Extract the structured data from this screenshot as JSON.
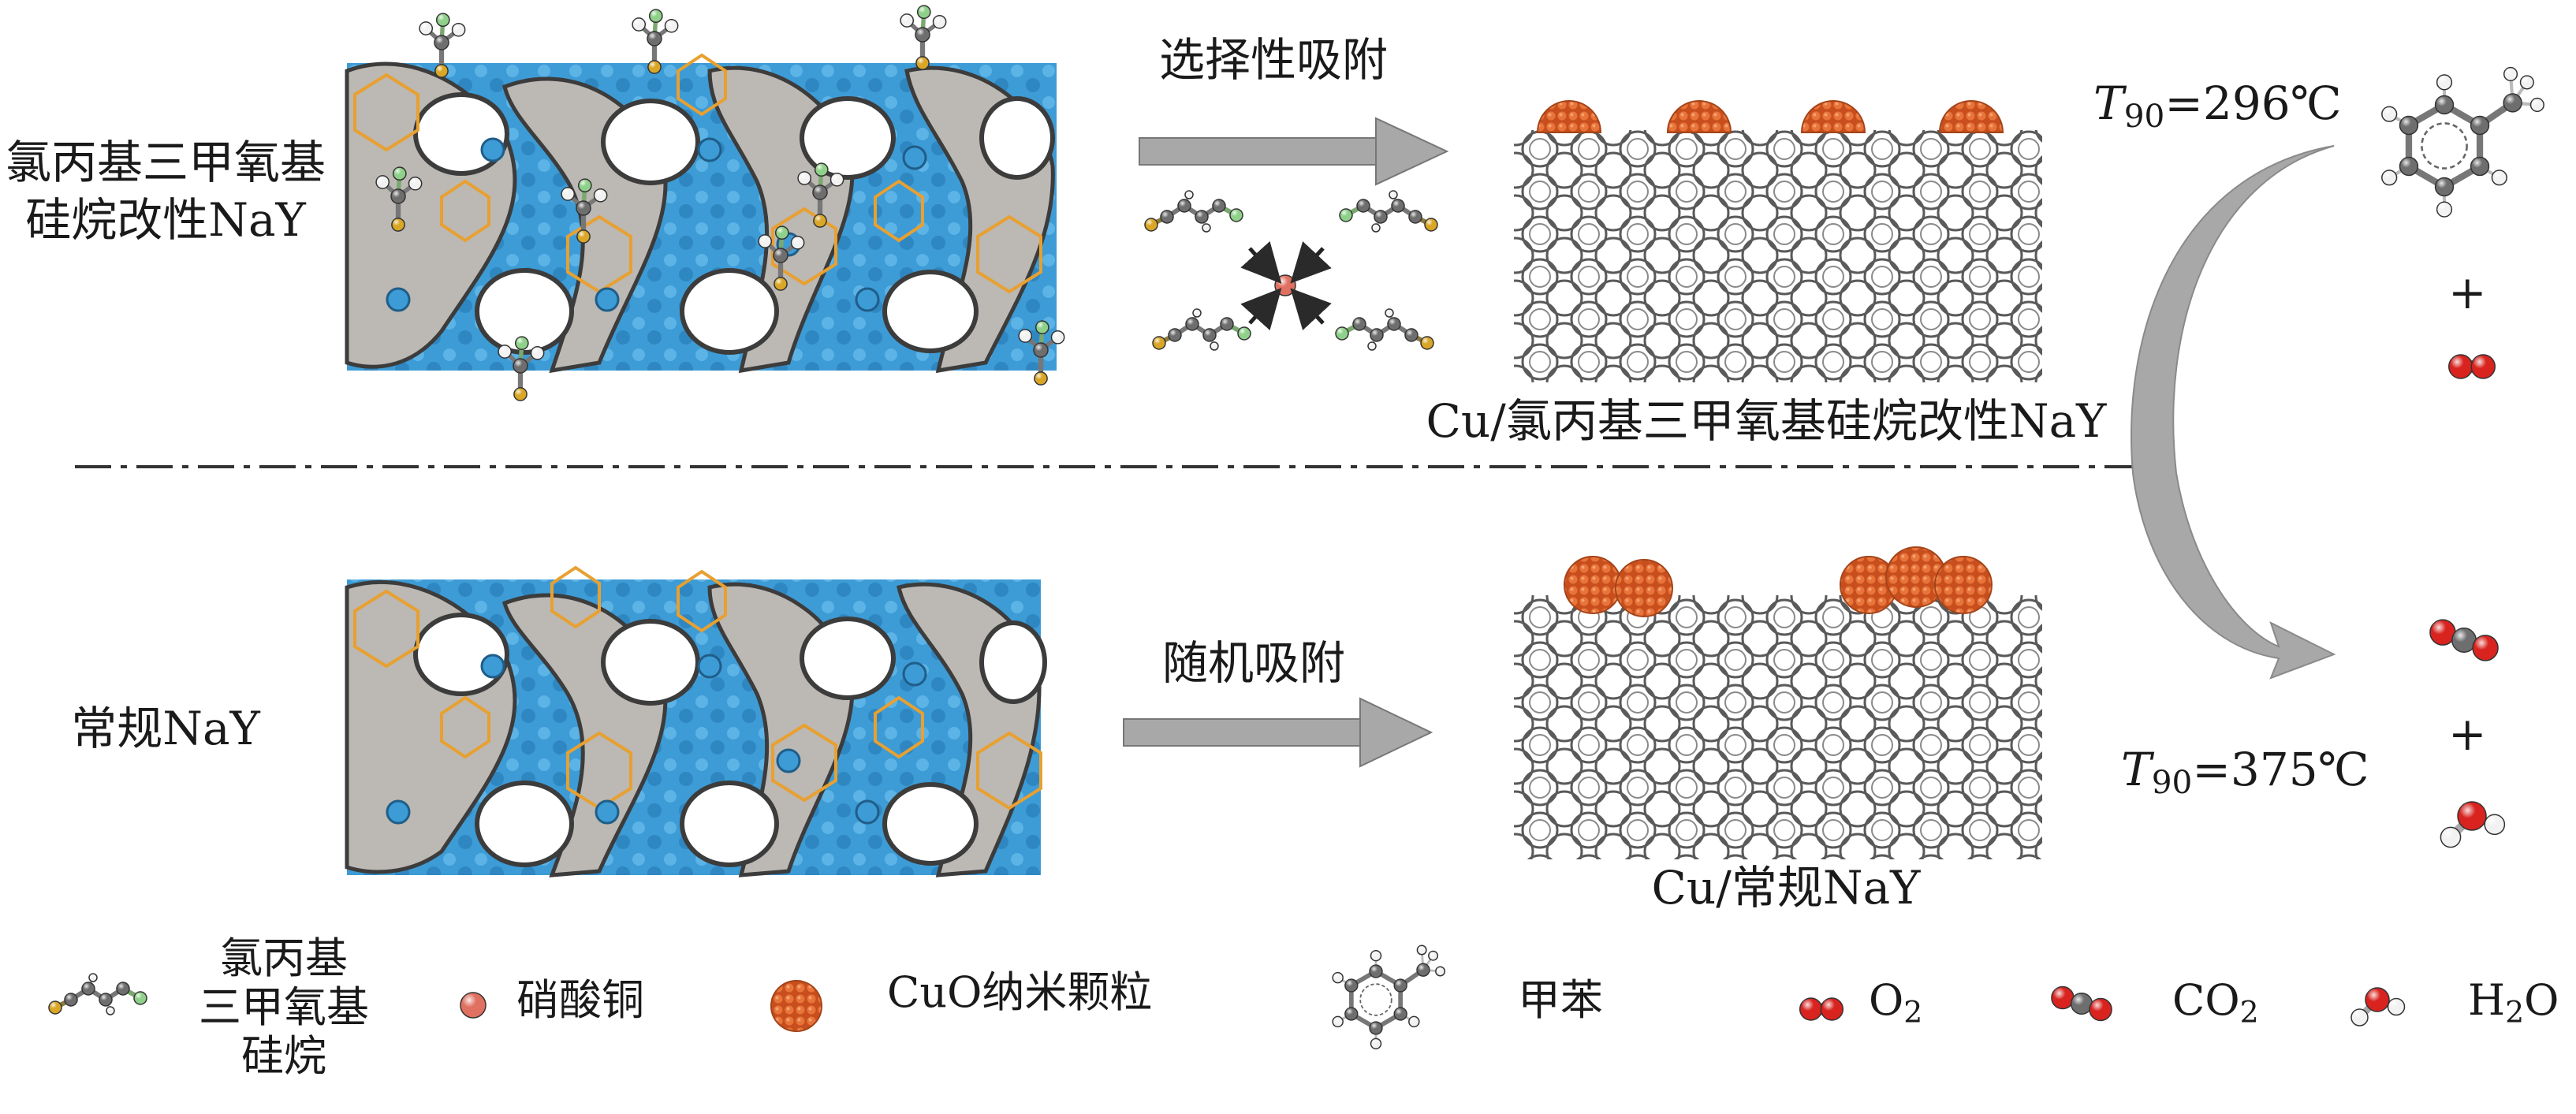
{
  "top_row": {
    "label_line1": "氯丙基三甲氧基",
    "label_line2": "硅烷改性NaY",
    "arrow_label": "选择性吸附",
    "product_label": "Cu/氯丙基三甲氧基硅烷改性NaY"
  },
  "bottom_row": {
    "label": "常规NaY",
    "arrow_label": "随机吸附",
    "product_label": "Cu/常规NaY"
  },
  "reaction": {
    "t90_top": {
      "symbol": "T",
      "sub": "90",
      "value": "=296℃"
    },
    "t90_bottom": {
      "symbol": "T",
      "sub": "90",
      "value": "=375℃"
    },
    "plus": "+"
  },
  "legend": {
    "silane_line1": "氯丙基",
    "silane_line2": "三甲氧基",
    "silane_line3": "硅烷",
    "copper_nitrate": "硝酸铜",
    "cuo_particle": "CuO纳米颗粒",
    "toluene": "甲苯",
    "o2_main": "O",
    "o2_sub": "2",
    "co2_main": "CO",
    "co2_sub": "2",
    "h2o_main": "H",
    "h2o_sub": "2",
    "h2o_tail": "O"
  },
  "colors": {
    "zeolite_blue": "#3d9bd6",
    "zeolite_grey": "#b9b6b1",
    "linker_orange": "#e8a030",
    "cuo_orange": "#d9622b",
    "arrow_grey": "#9a9a9a",
    "carbon": "#6e6e6e",
    "hydrogen": "#f2f2f2",
    "oxygen": "#d8231f",
    "chlorine": "#8fd18a",
    "silicon": "#d9a626",
    "copper_nitrate": "#e07060"
  }
}
